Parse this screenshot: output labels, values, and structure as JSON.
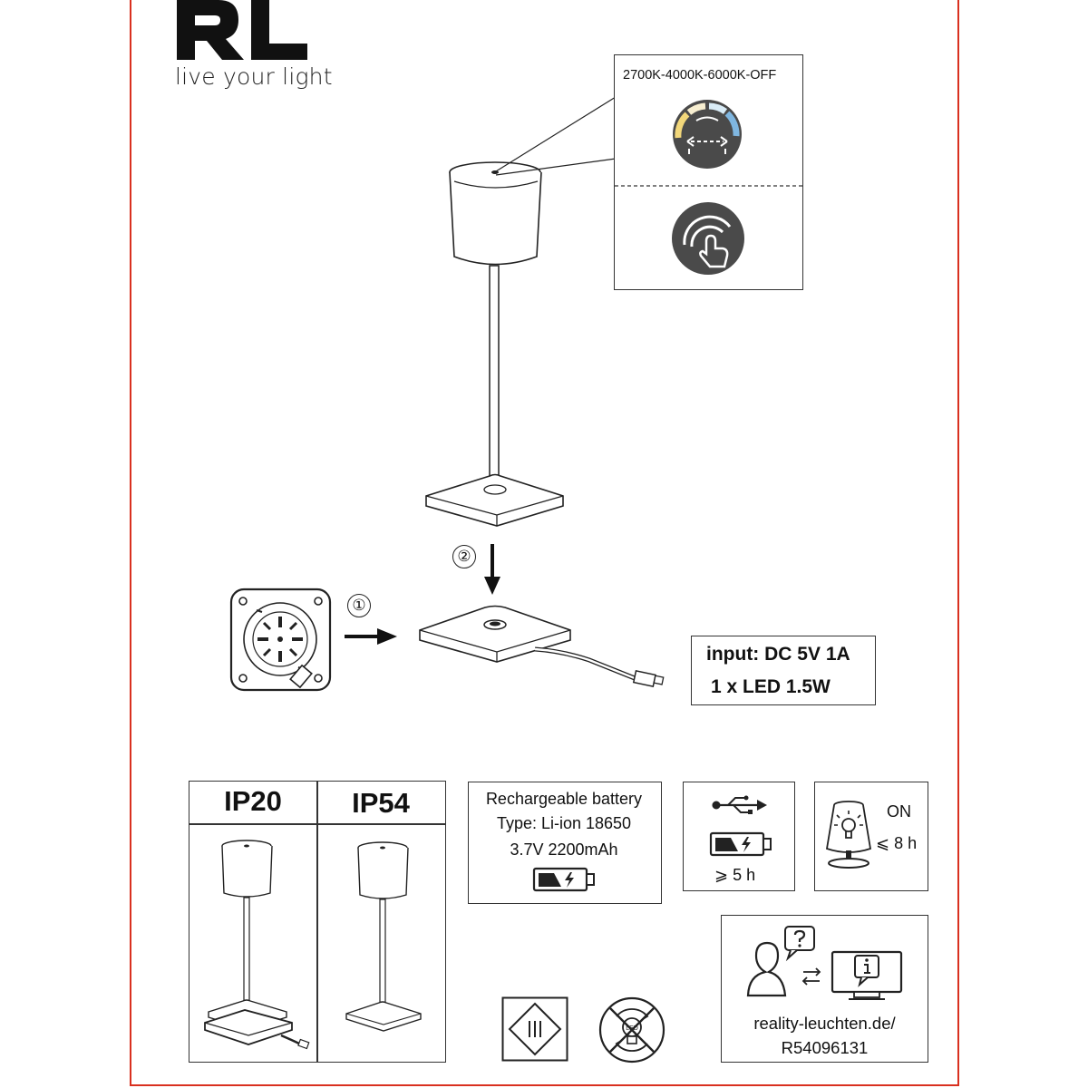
{
  "brand": {
    "logo": "RL",
    "tagline": "live your light"
  },
  "color_control": {
    "modes_label": "2700K-4000K-6000K-OFF",
    "icons": [
      "color-temperature-dial-icon",
      "touch-dimmer-icon"
    ]
  },
  "steps": [
    {
      "number": "①",
      "description_icon": "remove-cable-from-base-icon"
    },
    {
      "number": "②",
      "description_icon": "place-lamp-on-charging-base-icon"
    }
  ],
  "specs": {
    "input": "input: DC 5V 1A",
    "led": "1 x LED 1.5W"
  },
  "ip_ratings": {
    "left": "IP20",
    "right": "IP54"
  },
  "battery": {
    "title": "Rechargeable battery",
    "type": "Type: Li-ion 18650",
    "rating": "3.7V 2200mAh"
  },
  "charging": {
    "time": "⩾ 5 h"
  },
  "runtime": {
    "state": "ON",
    "time": "⩽ 8 h"
  },
  "support": {
    "url_line1": "reality-leuchten.de/",
    "url_line2": "R54096131"
  },
  "colors": {
    "frame_border": "#d9301f",
    "line_art": "#222222",
    "icon_dark": "#4a4a4a",
    "warm_light": "#f2d77a",
    "cool_light": "#7fb6e0"
  }
}
